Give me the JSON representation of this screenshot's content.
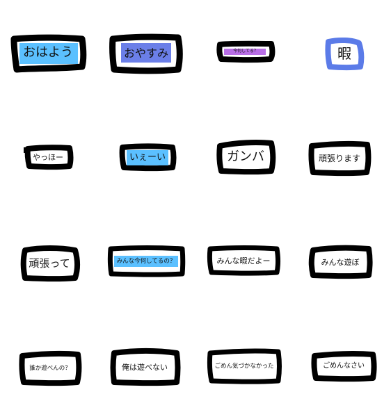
{
  "stickers": [
    {
      "text": "おはよう",
      "highlight": "#5bc0ff"
    },
    {
      "text": "おやすみ",
      "highlight": "#6b7fe8"
    },
    {
      "text": "今何してる？",
      "highlight": "#b86ee6"
    },
    {
      "text": "暇",
      "highlight": "",
      "frame_color": "#5b7be8"
    },
    {
      "text": "やっほー",
      "highlight": ""
    },
    {
      "text": "いぇーい",
      "highlight": "#5bc0ff"
    },
    {
      "text": "ガンバ",
      "highlight": ""
    },
    {
      "text": "頑張ります",
      "highlight": ""
    },
    {
      "text": "頑張って",
      "highlight": ""
    },
    {
      "text": "みんな今何してるの？",
      "highlight": "#5bc0ff"
    },
    {
      "text": "みんな暇だよー",
      "highlight": ""
    },
    {
      "text": "みんな遊ぼ",
      "highlight": ""
    },
    {
      "text": "誰か遊べんの？",
      "highlight": ""
    },
    {
      "text": "俺は遊べない",
      "highlight": ""
    },
    {
      "text": "ごめん気づかなかった",
      "highlight": ""
    },
    {
      "text": "ごめんなさい",
      "highlight": ""
    }
  ]
}
